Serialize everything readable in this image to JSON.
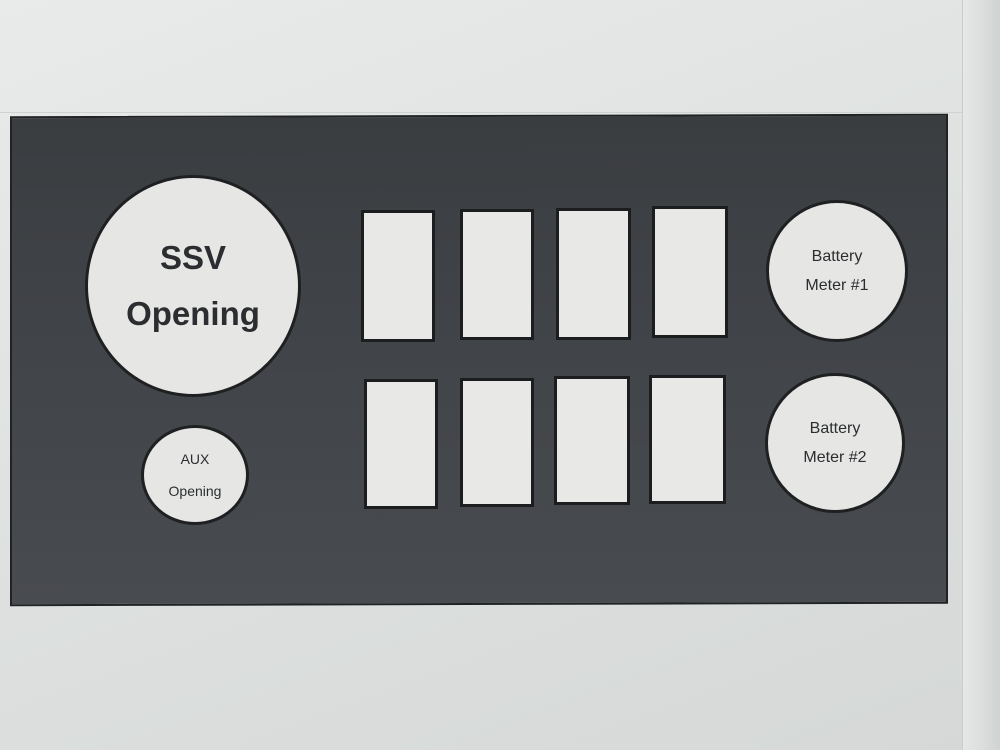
{
  "panel": {
    "ssv_opening": [
      "SSV",
      "Opening"
    ],
    "aux_opening": [
      "AUX",
      "Opening"
    ],
    "battery_meter_1": [
      "Battery",
      "Meter #1"
    ],
    "battery_meter_2": [
      "Battery",
      "Meter #2"
    ],
    "switch_slots": {
      "top_row": 4,
      "bottom_row": 4
    }
  },
  "colors": {
    "panel": "#3f4246",
    "cutout": "#e6e7e4",
    "outline": "#1f2022"
  }
}
